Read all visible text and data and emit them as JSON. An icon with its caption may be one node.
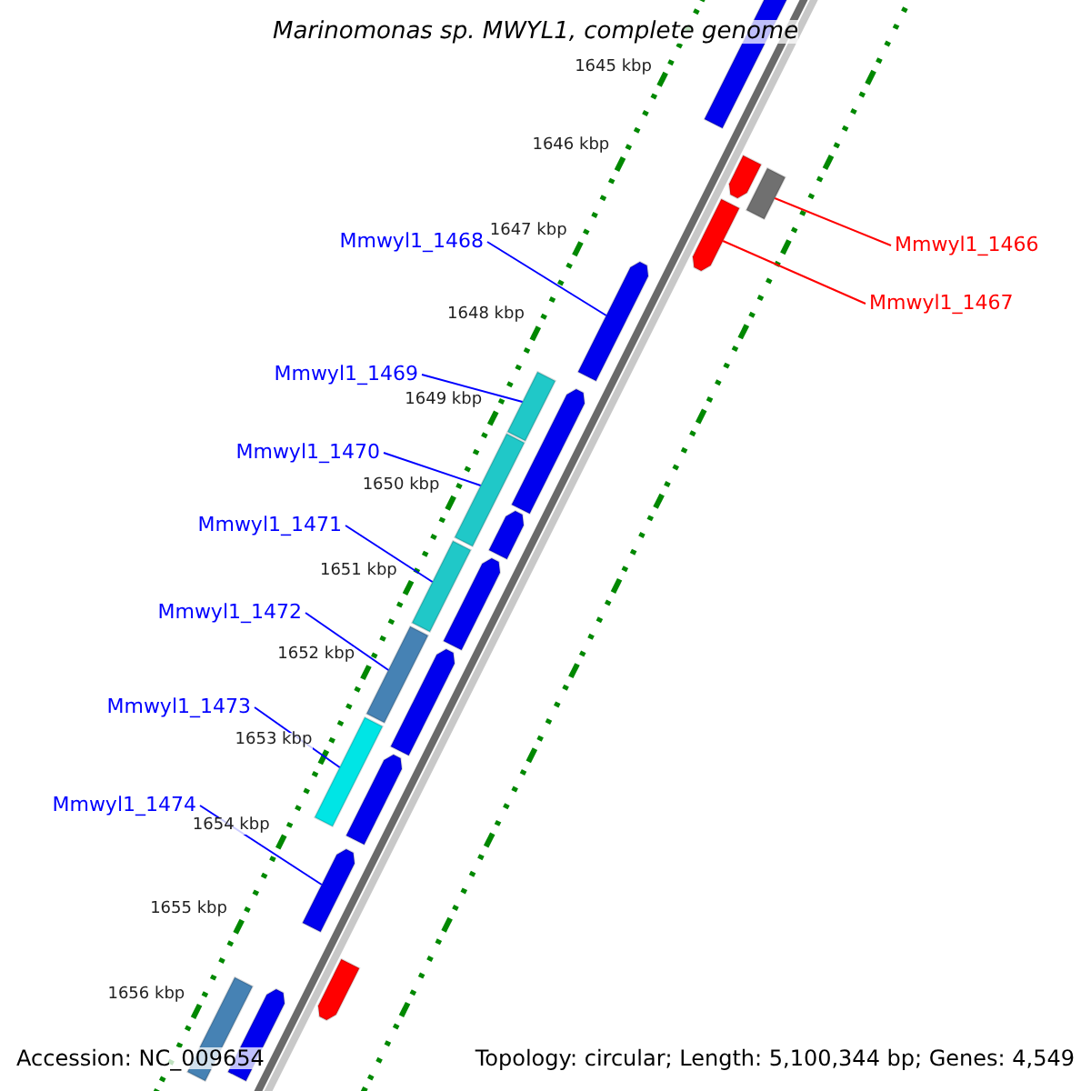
{
  "diagram": {
    "title": "Marinomonas sp. MWYL1, complete genome",
    "nodes": [
      {
        "text": [
          "Mmwyl1_1468"
        ]
      },
      {
        "text": [
          "Mmwyl1_1466"
        ]
      },
      {
        "text": [
          "Mmwyl1_1467"
        ]
      },
      {
        "text": [
          "Mmwyl1_1469"
        ]
      },
      {
        "text": [
          "Mmwyl1_1470"
        ]
      },
      {
        "text": [
          "Mmwyl1_1471"
        ]
      },
      {
        "text": [
          "Mmwyl1_1472"
        ]
      },
      {
        "text": [
          "Mmwyl1_1473"
        ]
      },
      {
        "text": [
          "Mmwyl1_1474"
        ]
      },
      {
        "text": [],
        "shape": "arrow"
      },
      {
        "text": [],
        "shape": "arrow"
      },
      {
        "text": [],
        "shape": "arrow"
      },
      {
        "text": [],
        "shape": "arrow"
      },
      {
        "text": [],
        "shape": "arrow"
      },
      {
        "text": [],
        "shape": "arrow"
      },
      {
        "text": [],
        "shape": "arrow"
      },
      {
        "text": [],
        "shape": "arrow"
      },
      {
        "text": [],
        "shape": "arrow"
      },
      {
        "text": [],
        "shape": "arrow"
      },
      {
        "text": [],
        "shape": "arrow"
      },
      {
        "text": [],
        "shape": "arrow"
      },
      {
        "text": [],
        "shape": "arrow"
      },
      {
        "text": [],
        "shape": "arrow"
      },
      {
        "text": [],
        "shape": "arrow"
      },
      {
        "text": [],
        "shape": "arrow"
      },
      {
        "text": [],
        "shape": "arrow"
      },
      {
        "text": [],
        "shape": "arrow"
      },
      {
        "text": [],
        "shape": "arrow"
      }
    ],
    "edges": [
      {
        "from": 0,
        "to": 9,
        "arrow": "none"
      },
      {
        "from": 1,
        "to": 10,
        "arrow": "none",
        "color": "#ff0000"
      },
      {
        "from": 2,
        "to": 11,
        "arrow": "none",
        "color": "#ff0000"
      },
      {
        "from": 3,
        "to": 12,
        "arrow": "none"
      },
      {
        "from": 4,
        "to": 13,
        "arrow": "none"
      },
      {
        "from": 5,
        "to": 14,
        "arrow": "none"
      },
      {
        "from": 6,
        "to": 15,
        "arrow": "none"
      },
      {
        "from": 7,
        "to": 16,
        "arrow": "none"
      },
      {
        "from": 8,
        "to": 17,
        "arrow": "none"
      }
    ],
    "labels": [
      "1645 kbp",
      "1646 kbp",
      "1647 kbp",
      "1648 kbp",
      "1649 kbp",
      "1650 kbp",
      "1651 kbp",
      "1652 kbp",
      "1653 kbp",
      "1654 kbp",
      "1655 kbp",
      "1656 kbp",
      "Accession: NC_009654",
      "Topology: circular; Length: 5,100,344 bp; Genes: 4,549"
    ]
  }
}
